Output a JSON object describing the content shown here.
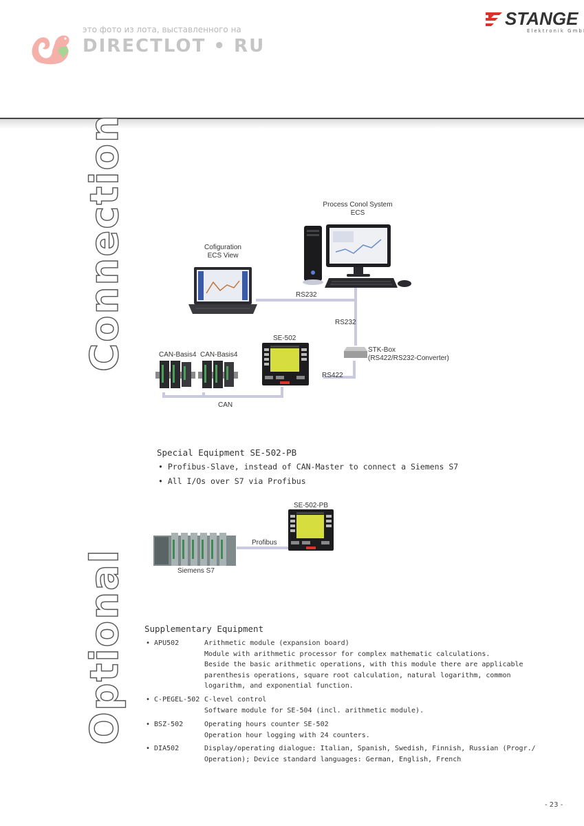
{
  "watermark": {
    "caption": "это фото из лота, выставленного на",
    "site": "DIRECTLOT • RU"
  },
  "brand": {
    "name": "STANGE",
    "subtitle": "Elektronik GmbH"
  },
  "sections": {
    "connection_title": "Connection",
    "optional_title": "Optional"
  },
  "diagram1": {
    "process_label_line1": "Process Conol System",
    "process_label_line2": "ECS",
    "config_label_line1": "Cofiguration",
    "config_label_line2": "ECS View",
    "rs232_a": "RS232",
    "rs232_b": "RS232",
    "stk_line1": "STK-Box",
    "stk_line2": "(RS422/RS232-Converter)",
    "se502": "SE-502",
    "rs422": "RS422",
    "can_basis_1": "CAN-Basis4",
    "can_basis_2": "CAN-Basis4",
    "can": "CAN"
  },
  "special": {
    "heading": "Special Equipment SE-502-PB",
    "bullets": [
      "• Profibus-Slave, instead of CAN-Master to connect a Siemens S7",
      "• All I/Os over S7 via Profibus"
    ]
  },
  "diagram2": {
    "se502pb": "SE-502-PB",
    "profibus": "Profibus",
    "siemens": "Siemens S7"
  },
  "supplementary": {
    "heading": "Supplementary Equipment",
    "items": [
      {
        "key": "• APU502",
        "lines": [
          "Arithmetic module (expansion board)",
          "Module with arithmetic processor for complex mathematic calculations.",
          "Beside the basic arithmetic operations, with this module there are applicable",
          "parenthesis operations, square root calculation, natural logarithm, common",
          "logarithm, and exponential function."
        ]
      },
      {
        "key": "• C-PEGEL-502",
        "lines": [
          "C-level control",
          "Software module for SE-504 (incl. arithmetic module)."
        ]
      },
      {
        "key": "• BSZ-502",
        "lines": [
          "Operating hours counter SE-502",
          "Operation hour logging with 24 counters."
        ]
      },
      {
        "key": "• DIA502",
        "lines": [
          "Display/operating dialogue: Italian, Spanish, Swedish, Finnish, Russian (Progr./",
          "Operation); Device standard languages: German, English, French"
        ]
      }
    ]
  },
  "page_number": "- 23 -",
  "colors": {
    "accent_red": "#d8342c",
    "cable": "#c9c9e0",
    "watermark_green": "#9ccb8a"
  }
}
